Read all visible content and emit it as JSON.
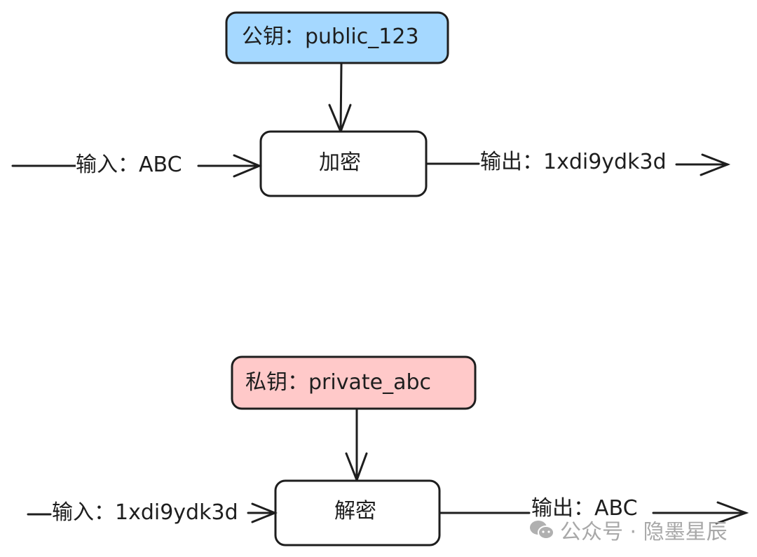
{
  "encryption": {
    "key_box": {
      "label": "公钥：",
      "value": "public_123",
      "fill": "#a5d8ff"
    },
    "process_label": "加密",
    "input": {
      "label": "输入：",
      "value": "ABC"
    },
    "output": {
      "label": "输出：",
      "value": "1xdi9ydk3d"
    }
  },
  "decryption": {
    "key_box": {
      "label": "私钥：",
      "value": "private_abc",
      "fill": "#ffc9c9"
    },
    "process_label": "解密",
    "input": {
      "label": "输入：",
      "value": "1xdi9ydk3d"
    },
    "output": {
      "label": "输出：",
      "value": "ABC"
    }
  },
  "watermark": {
    "text": "公众号 · 隐墨星辰",
    "icon": "wechat-icon"
  },
  "colors": {
    "stroke": "#1e1e1e",
    "public_key_fill": "#a5d8ff",
    "private_key_fill": "#ffc9c9",
    "watermark": "#a8a8a8"
  }
}
